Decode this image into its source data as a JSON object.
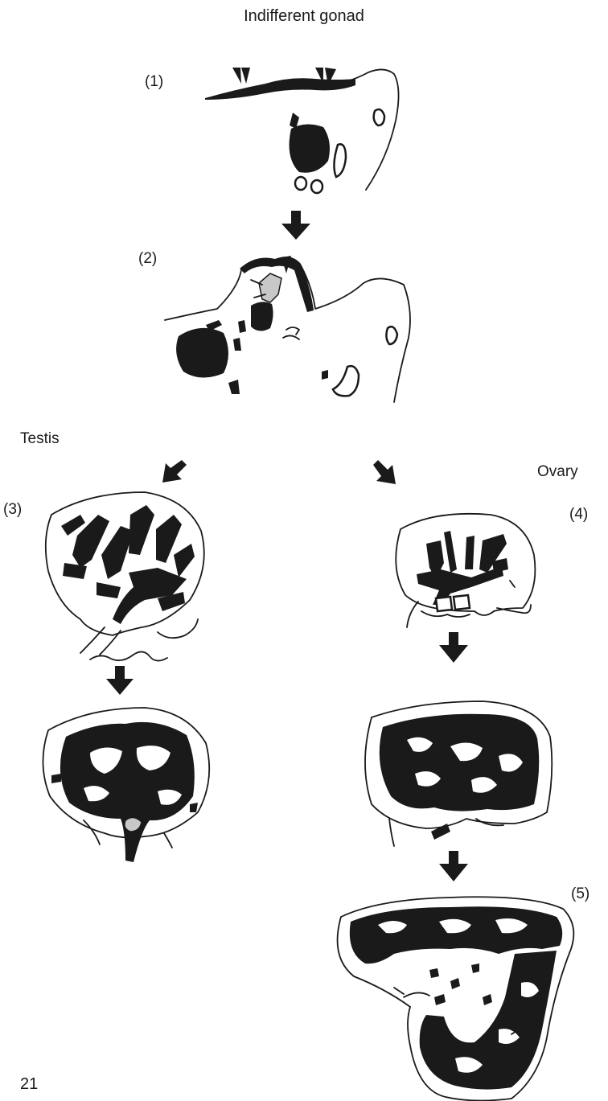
{
  "title": "Indifferent gonad",
  "labels": {
    "stage1": "(1)",
    "stage2": "(2)",
    "stage3": "(3)",
    "stage4": "(4)",
    "stage5": "(5)",
    "testis": "Testis",
    "ovary": "Ovary"
  },
  "page_number": "21",
  "colors": {
    "ink": "#1a1a1a",
    "background": "#ffffff",
    "shading": "#c8c8c8"
  },
  "icons": [
    "arrow-down-icon",
    "arrow-diagonal-left-icon",
    "arrow-diagonal-right-icon",
    "arrowhead-icon"
  ]
}
